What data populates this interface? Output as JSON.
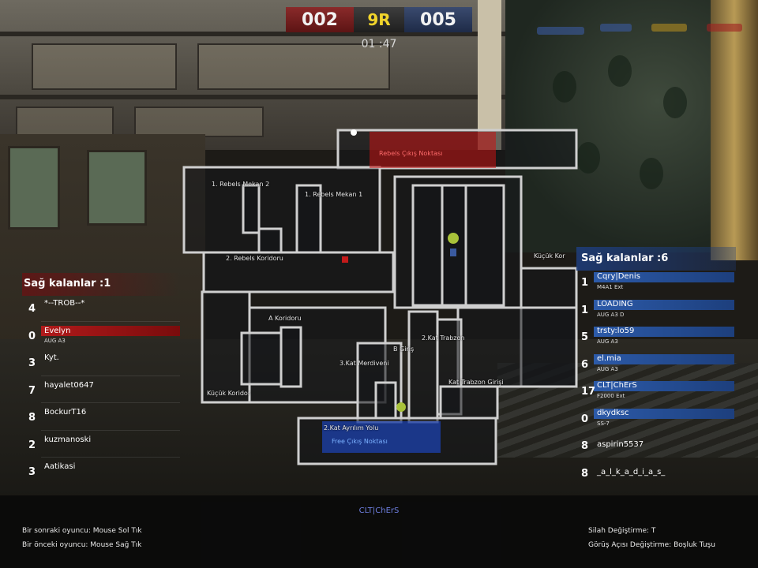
{
  "score": {
    "red": "002",
    "round": "9R",
    "blue": "005",
    "timer": "01 :47"
  },
  "colors": {
    "red_team": "#b11a1a",
    "blue_team": "#2c5aa8",
    "round": "#f2d52b",
    "map_wall": "#cfcfcf"
  },
  "map": {
    "labels": {
      "rebels_mekan_2": "1. Rebels   Mekan 2",
      "rebels_mekan_1": "1. Rebels   Mekan 1",
      "rebels_koridoru": "2. Rebels Koridoru",
      "a_koridoru": "A Koridoru",
      "b_giris": "B Giriş",
      "kat_trabzon": "2.Kat Trabzon",
      "kat_merdiveni": "3.Kat Merdiveni",
      "kat_trabzon_girisi": "Kat Trabzon Girişi",
      "kucuk_koridor": "Küçük Koridor",
      "kat_ayrilim_yolu": "2.Kat Ayrılım Yolu",
      "kucuk_kor_right": "Küçük Kor",
      "rebels_spawn": "Rebels Çıkış Noktası",
      "swat_spawn": "Free Çıkış Noktası"
    }
  },
  "left_team": {
    "header": "Sağ kalanlar :1",
    "players": [
      {
        "num": "4",
        "name": "*--TROB--*",
        "weapon": "",
        "highlight": false
      },
      {
        "num": "0",
        "name": "Evelyn",
        "weapon": "AUG A3",
        "highlight": true
      },
      {
        "num": "3",
        "name": "Kyt.",
        "weapon": "",
        "highlight": false
      },
      {
        "num": "7",
        "name": "hayalet0647",
        "weapon": "",
        "highlight": false
      },
      {
        "num": "8",
        "name": "BockurT16",
        "weapon": "",
        "highlight": false
      },
      {
        "num": "2",
        "name": "kuzmanoski",
        "weapon": "",
        "highlight": false
      },
      {
        "num": "3",
        "name": "Aatikasi",
        "weapon": "",
        "highlight": false
      }
    ]
  },
  "right_team": {
    "header": "Sağ kalanlar :6",
    "players": [
      {
        "num": "1",
        "name": "Cqry|Denis",
        "weapon": "M4A1 Ext",
        "alive": true
      },
      {
        "num": "1",
        "name": "LOADING",
        "weapon": "AUG A3 D",
        "alive": true
      },
      {
        "num": "5",
        "name": "trsty:lo59",
        "weapon": "AUG A3",
        "alive": true
      },
      {
        "num": "6",
        "name": "el.mia",
        "weapon": "AUG A3",
        "alive": true
      },
      {
        "num": "17",
        "name": "CLT|ChErS",
        "weapon": "F2000 Ext",
        "alive": true
      },
      {
        "num": "0",
        "name": "dkydksc",
        "weapon": "SS-7",
        "alive": true
      },
      {
        "num": "8",
        "name": "aspirin5537",
        "weapon": "",
        "alive": false
      },
      {
        "num": "8",
        "name": "_a_l_k_a_d_i_a_s_",
        "weapon": "",
        "alive": false
      }
    ]
  },
  "bottom": {
    "spectating": "CLT|ChErS",
    "next_player": "Bir sonraki oyuncu: Mouse Sol Tık",
    "prev_player": "Bir önceki oyuncu: Mouse Sağ Tık",
    "change_weapon": "Silah Değiştirme: T",
    "change_view": "Görüş Açısı Değiştirme: Boşluk Tuşu"
  }
}
